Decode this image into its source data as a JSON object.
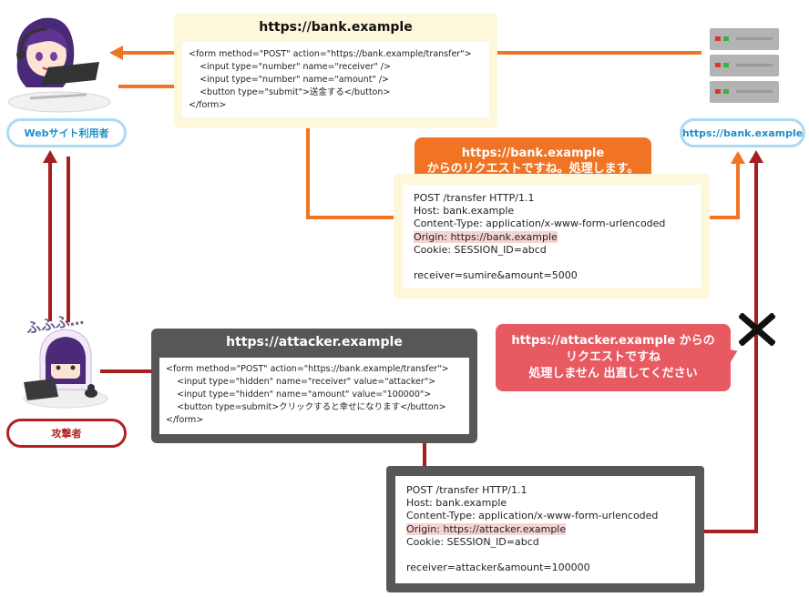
{
  "user_label": "Webサイト利用者",
  "attacker_label": "攻撃者",
  "server_label": "https://bank.example",
  "attacker_laugh": "ふふふ…",
  "bank_box": {
    "title": "https://bank.example",
    "code": "<form method=\"POST\" action=\"https://bank.example/transfer\">\n    <input type=\"number\" name=\"receiver\" />\n    <input type=\"number\" name=\"amount\" />\n    <button type=\"submit\">送金する</button>\n</form>"
  },
  "bank_request": {
    "line1": "POST /transfer HTTP/1.1",
    "line2": "Host: bank.example",
    "line3": "Content-Type: application/x-www-form-urlencoded",
    "origin": "Origin: https://bank.example",
    "cookie": "Cookie: SESSION_ID=abcd",
    "body": "receiver=sumire&amount=5000"
  },
  "bank_bubble": {
    "line1": "https://bank.example",
    "line2": "からのリクエストですね。処理します。"
  },
  "attacker_box": {
    "title": "https://attacker.example",
    "code": "<form method=\"POST\" action=\"https://bank.example/transfer\">\n    <input type=\"hidden\" name=\"receiver\" value=\"attacker\">\n    <input type=\"hidden\" name=\"amount\" value=\"100000\">\n    <button type=submit>クリックすると幸せになります</button>\n</form>"
  },
  "attacker_request": {
    "line1": "POST /transfer HTTP/1.1",
    "line2": "Host: bank.example",
    "line3": "Content-Type: application/x-www-form-urlencoded",
    "origin": "Origin: https://attacker.example",
    "cookie": "Cookie: SESSION_ID=abcd",
    "body": "receiver=attacker&amount=100000"
  },
  "reject_bubble": {
    "line1": "https://attacker.example からの",
    "line2": "リクエストですね",
    "line3": "処理しません 出直してください"
  },
  "icons": {
    "user": "user-at-laptop-icon",
    "attacker": "attacker-at-laptop-icon",
    "server": "server-rack-icon",
    "reject": "cross-mark-icon"
  },
  "colors": {
    "orange": "#f07424",
    "red": "#a61e1e",
    "light_blue": "#a9dcf2",
    "cream": "#fdf7dc",
    "dark": "#575757",
    "reject_pink": "#e85a61",
    "highlight": "#f7d4d4"
  }
}
